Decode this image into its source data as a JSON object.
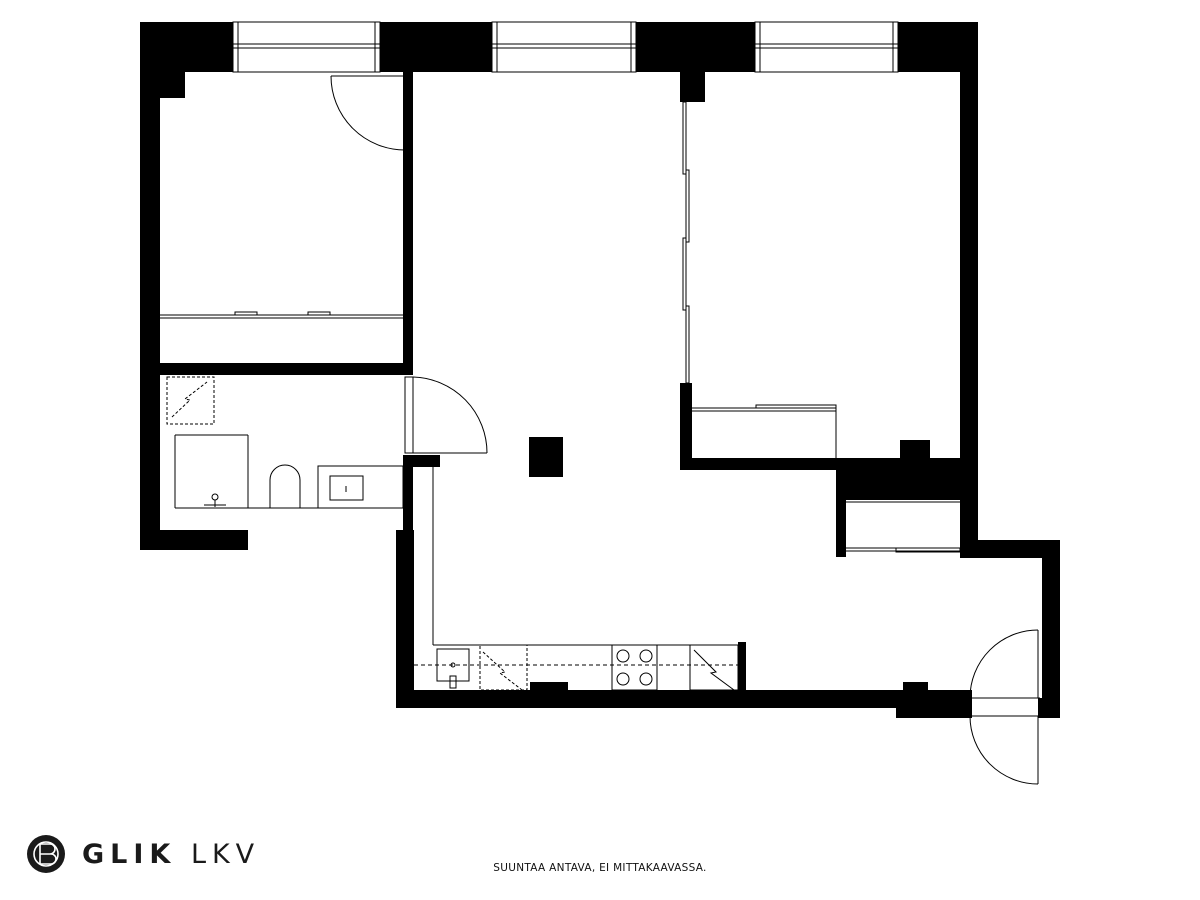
{
  "brand": {
    "name_bold": "GLIK",
    "name_regular": "LKV",
    "logo_icon": "glik-monogram-icon"
  },
  "disclaimer": "SUUNTAA ANTAVA, EI MITTAKAAVASSA.",
  "colors": {
    "wall": "#000000",
    "line": "#000000",
    "background": "#ffffff",
    "brand_text": "#1a1a1a"
  }
}
